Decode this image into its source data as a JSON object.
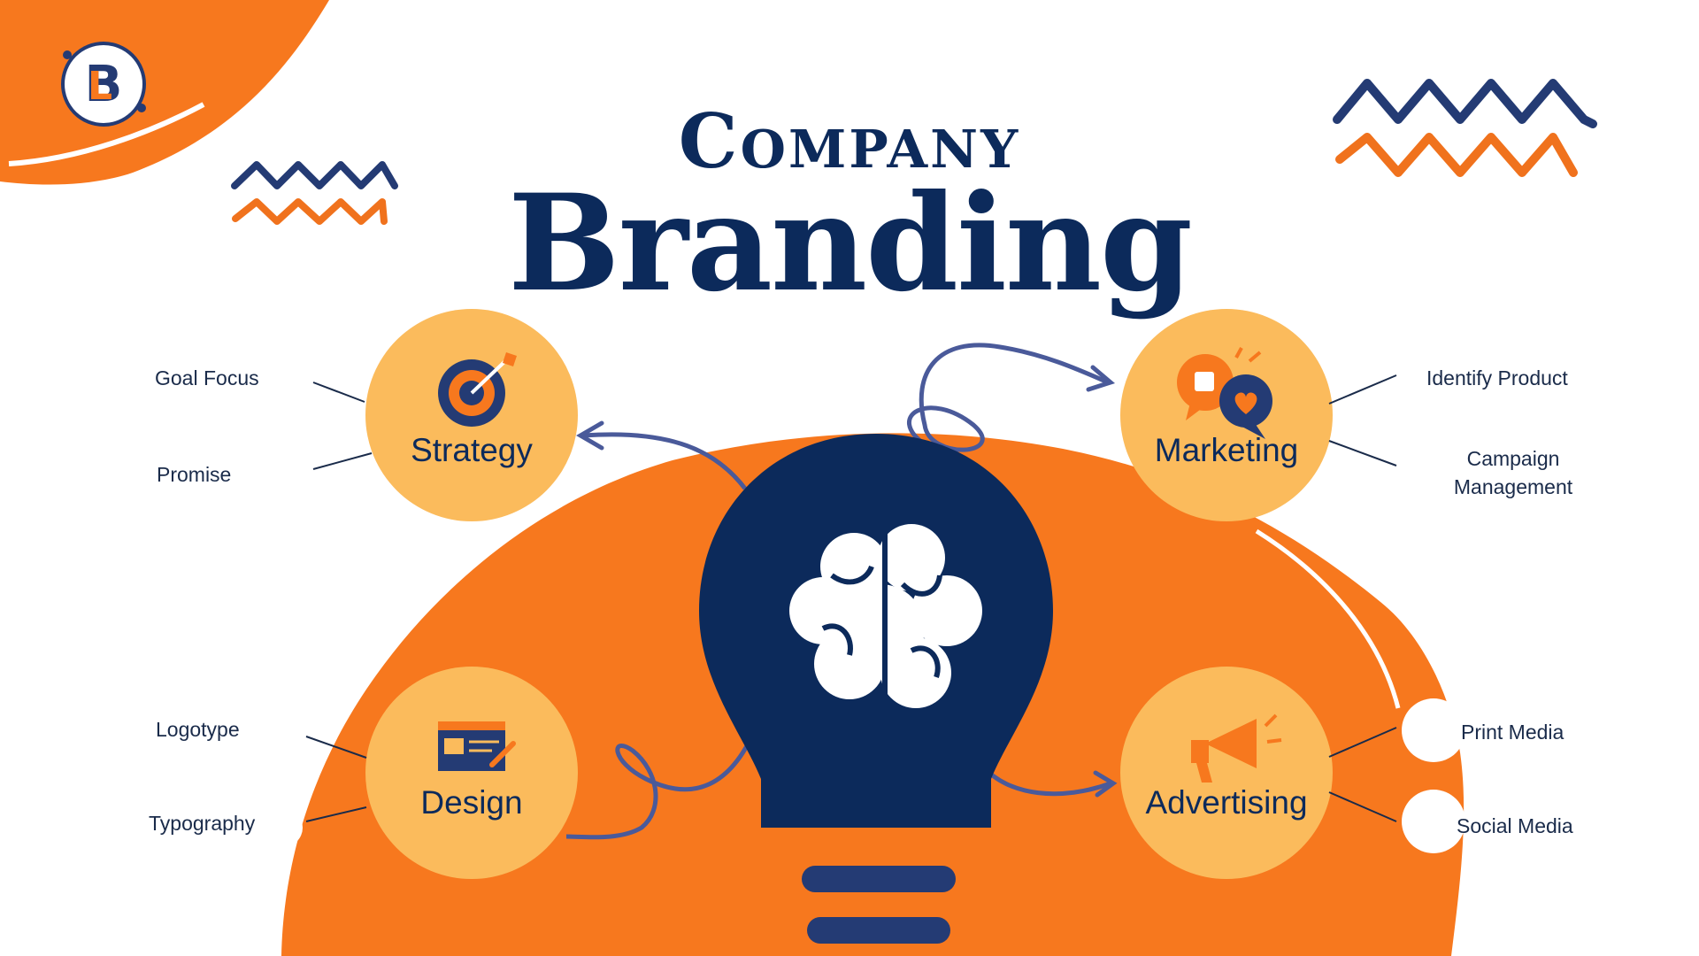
{
  "title": {
    "line1": "Company",
    "line2": "Branding"
  },
  "colors": {
    "navy": "#0c2a5b",
    "orange": "#f7781e",
    "light_orange": "#fbbb5c",
    "connector": "#4a5a9a"
  },
  "logo": {
    "icon": "brand-logo-b-icon"
  },
  "center": {
    "icon": "lightbulb-brain-icon"
  },
  "nodes": {
    "strategy": {
      "label": "Strategy",
      "icon": "target-icon",
      "items": [
        "Goal Focus",
        "Promise"
      ]
    },
    "marketing": {
      "label": "Marketing",
      "icon": "like-heart-chat-icon",
      "items": [
        "Identify Product",
        "Campaign Management"
      ]
    },
    "design": {
      "label": "Design",
      "icon": "browser-window-pencil-icon",
      "items": [
        "Logotype",
        "Typography"
      ]
    },
    "advertising": {
      "label": "Advertising",
      "icon": "megaphone-icon",
      "items": [
        "Print Media",
        "Social Media"
      ]
    }
  }
}
